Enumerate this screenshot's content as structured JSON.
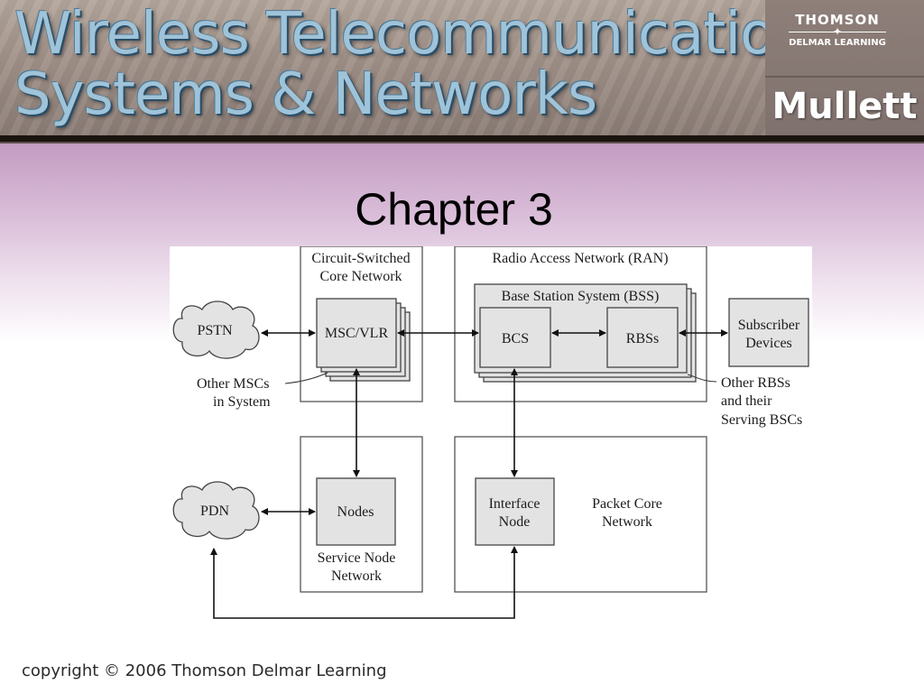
{
  "header": {
    "title_line1": "Wireless Telecommunications",
    "title_line2": "Systems & Networks",
    "publisher_line1": "THOMSON",
    "publisher_line2": "DELMAR LEARNING",
    "author": "Mullett"
  },
  "slide": {
    "title": "Chapter 3"
  },
  "diagram": {
    "cs_core_line1": "Circuit-Switched",
    "cs_core_line2": "Core Network",
    "ran": "Radio Access Network (RAN)",
    "bss": "Base Station System (BSS)",
    "pstn": "PSTN",
    "msc_vlr": "MSC/VLR",
    "bcs": "BCS",
    "rbss": "RBSs",
    "subscriber_line1": "Subscriber",
    "subscriber_line2": "Devices",
    "other_mscs_line1": "Other MSCs",
    "other_mscs_line2": "in System",
    "other_rbss_line1": "Other RBSs",
    "other_rbss_line2": "and their",
    "other_rbss_line3": "Serving BSCs",
    "pdn": "PDN",
    "nodes": "Nodes",
    "service_node_line1": "Service Node",
    "service_node_line2": "Network",
    "interface_node_line1": "Interface",
    "interface_node_line2": "Node",
    "packet_core_line1": "Packet Core",
    "packet_core_line2": "Network"
  },
  "footer": {
    "copyright": "copyright © 2006 Thomson Delmar Learning"
  },
  "colors": {
    "title_text": "#9fc3d8",
    "banner": "#a09188",
    "band_top": "#c39cc2",
    "node_fill": "#e3e3e3"
  }
}
